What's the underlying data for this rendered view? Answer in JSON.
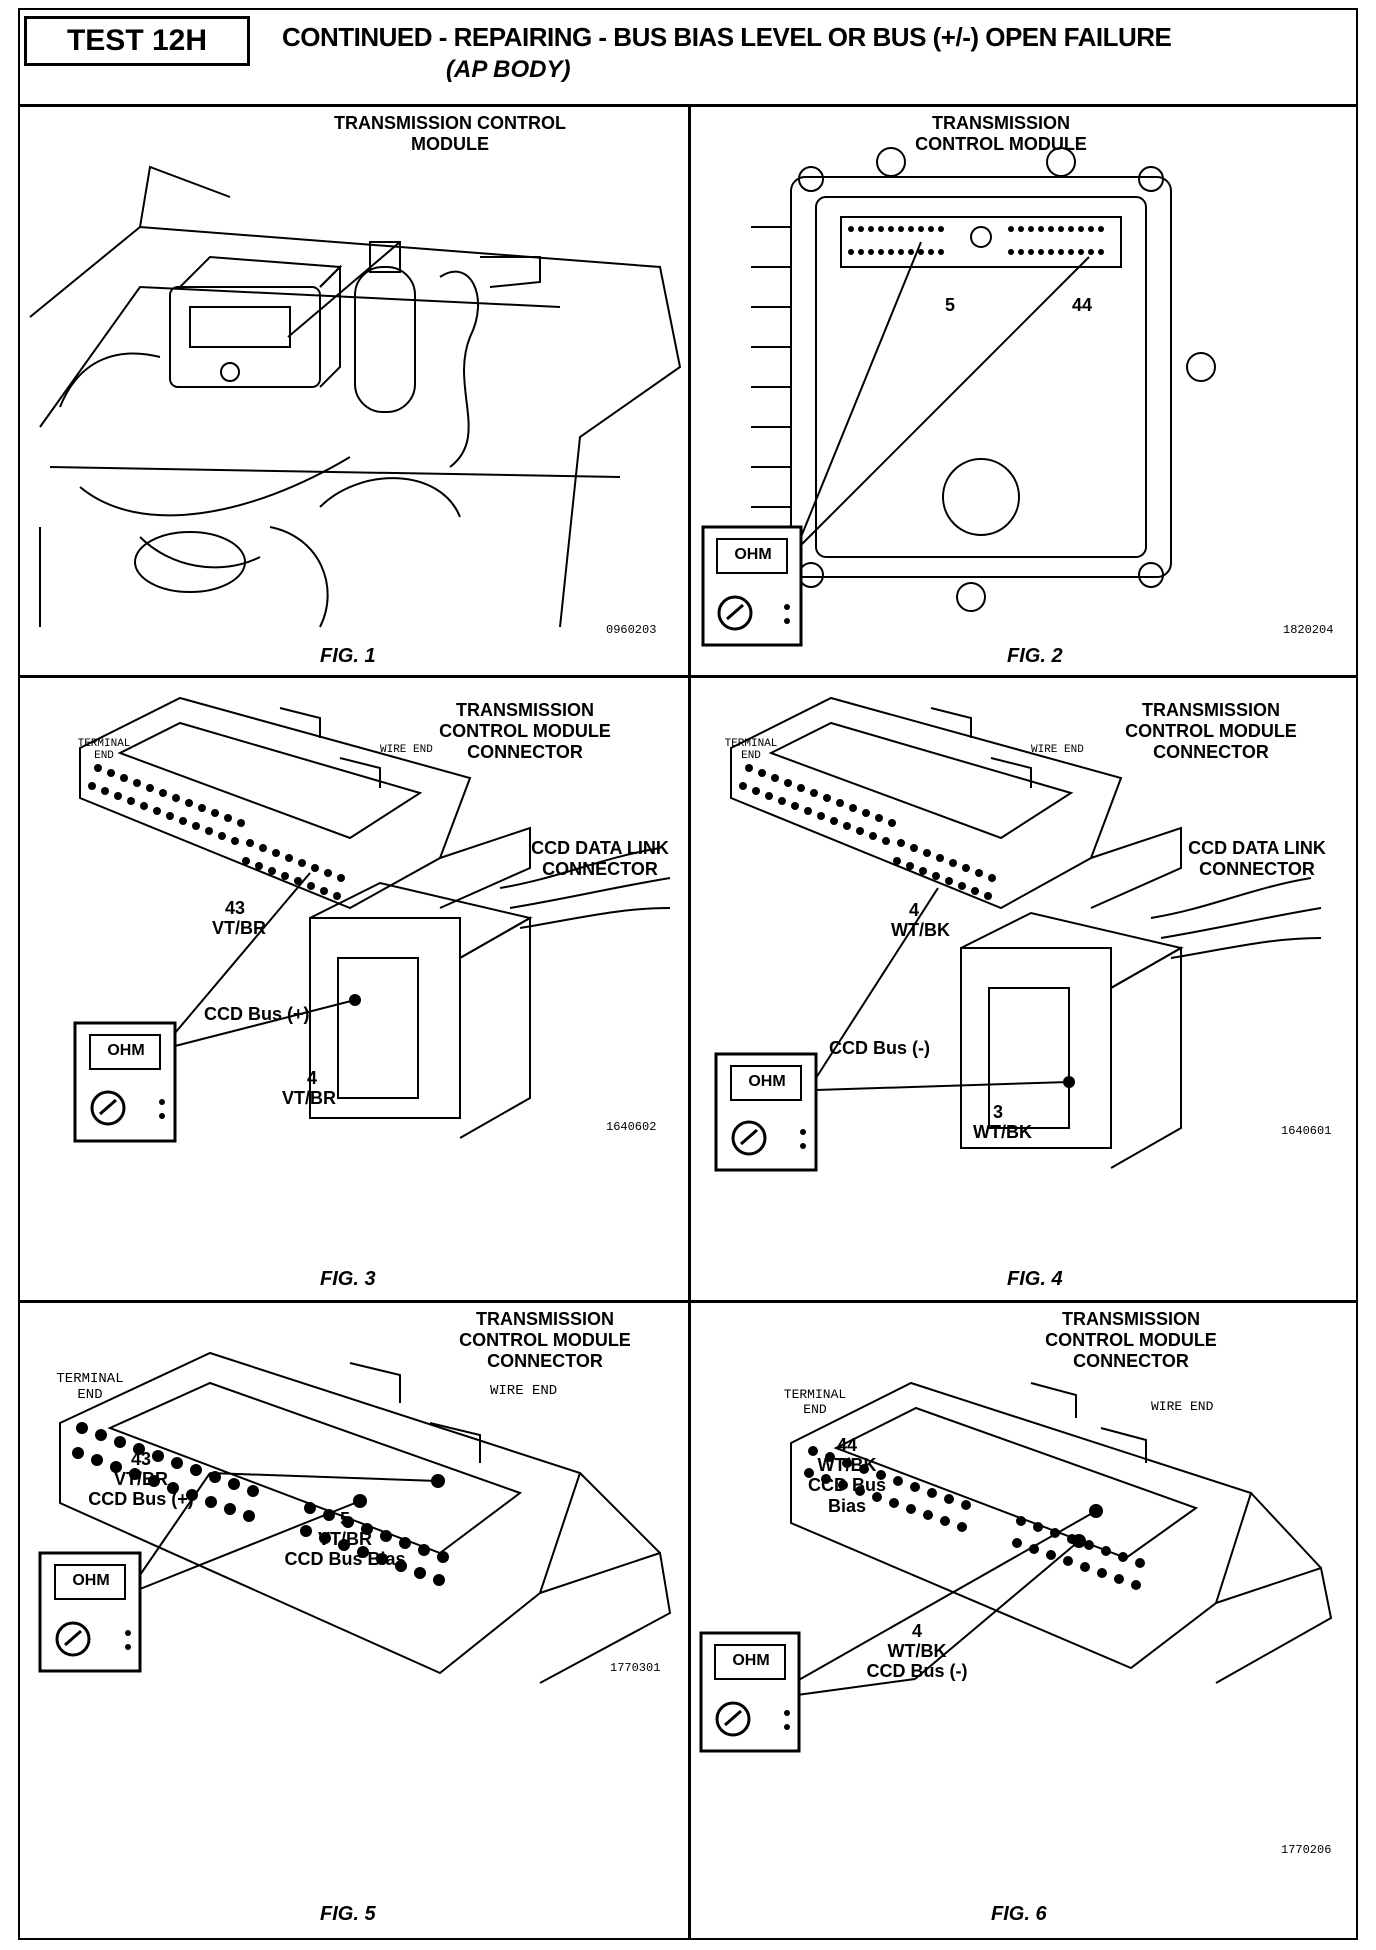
{
  "header": {
    "test_label": "TEST 12H",
    "title": "CONTINUED -  REPAIRING - BUS BIAS LEVEL OR BUS (+/-) OPEN FAILURE",
    "subtitle": "(AP BODY)"
  },
  "meter_label": "OHM",
  "fig1": {
    "label": "TRANSMISSION CONTROL MODULE",
    "code": "0960203",
    "caption": "FIG. 1"
  },
  "fig2": {
    "label": "TRANSMISSION CONTROL MODULE",
    "pin_a": "5",
    "pin_b": "44",
    "code": "1820204",
    "caption": "FIG. 2"
  },
  "fig3": {
    "title": "TRANSMISSION CONTROL MODULE CONNECTOR",
    "terminal_end": "TERMINAL END",
    "wire_end": "WIRE END",
    "ccd_label": "CCD DATA LINK CONNECTOR",
    "pin_tcm": "43",
    "wire_tcm": "VT/BR",
    "bus_label": "CCD Bus (+)",
    "pin_ccd": "4",
    "wire_ccd": "VT/BR",
    "code": "1640602",
    "caption": "FIG. 3"
  },
  "fig4": {
    "title": "TRANSMISSION CONTROL MODULE CONNECTOR",
    "terminal_end": "TERMINAL END",
    "wire_end": "WIRE END",
    "ccd_label": "CCD DATA LINK CONNECTOR",
    "pin_tcm": "4",
    "wire_tcm": "WT/BK",
    "bus_label": "CCD Bus (-)",
    "pin_ccd": "3",
    "wire_ccd": "WT/BK",
    "code": "1640601",
    "caption": "FIG. 4"
  },
  "fig5": {
    "title": "TRANSMISSION CONTROL MODULE CONNECTOR",
    "terminal_end": "TERMINAL END",
    "wire_end": "WIRE END",
    "pin_a": "43",
    "wire_a": "VT/BR",
    "desc_a": "CCD Bus (+)",
    "pin_b": "5",
    "wire_b": "VT/BR",
    "desc_b": "CCD Bus Bias",
    "code": "1770301",
    "caption": "FIG. 5"
  },
  "fig6": {
    "title": "TRANSMISSION CONTROL MODULE CONNECTOR",
    "terminal_end": "TERMINAL END",
    "wire_end": "WIRE END",
    "pin_a": "44",
    "wire_a": "WT/BK",
    "desc_a": "CCD Bus Bias",
    "pin_b": "4",
    "wire_b": "WT/BK",
    "desc_b": "CCD Bus (-)",
    "code": "1770206",
    "caption": "FIG. 6"
  }
}
